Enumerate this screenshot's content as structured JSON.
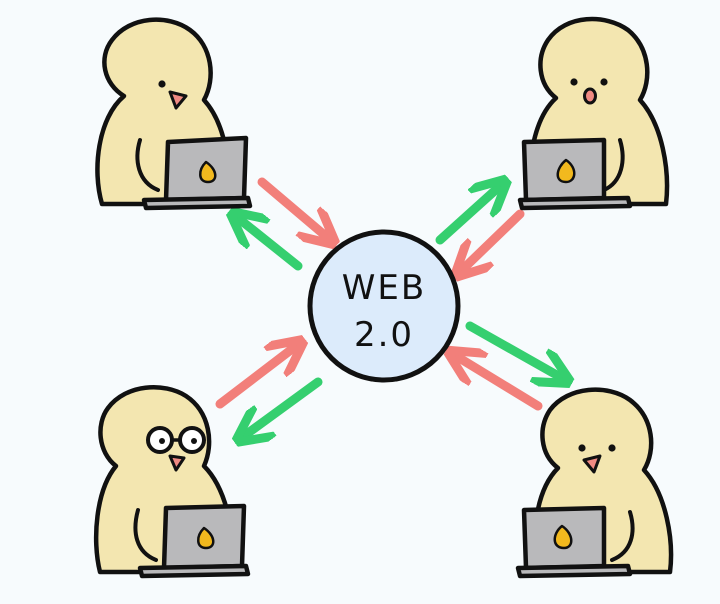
{
  "diagram": {
    "hub": {
      "line1": "WEB",
      "line2": "2.0",
      "fill": "#dcebfb"
    },
    "colors": {
      "background": "#f7fbfd",
      "character_body": "#f3e6b0",
      "laptop": "#b9b9bb",
      "beak": "#f08a82",
      "logo": "#f2b91e",
      "arrow_send": "#f27f7a",
      "arrow_receive": "#35cf6f"
    },
    "users": [
      {
        "id": "top-left",
        "expression": "beak"
      },
      {
        "id": "top-right",
        "expression": "surprised"
      },
      {
        "id": "bottom-left",
        "expression": "glasses"
      },
      {
        "id": "bottom-right",
        "expression": "beak"
      }
    ]
  }
}
